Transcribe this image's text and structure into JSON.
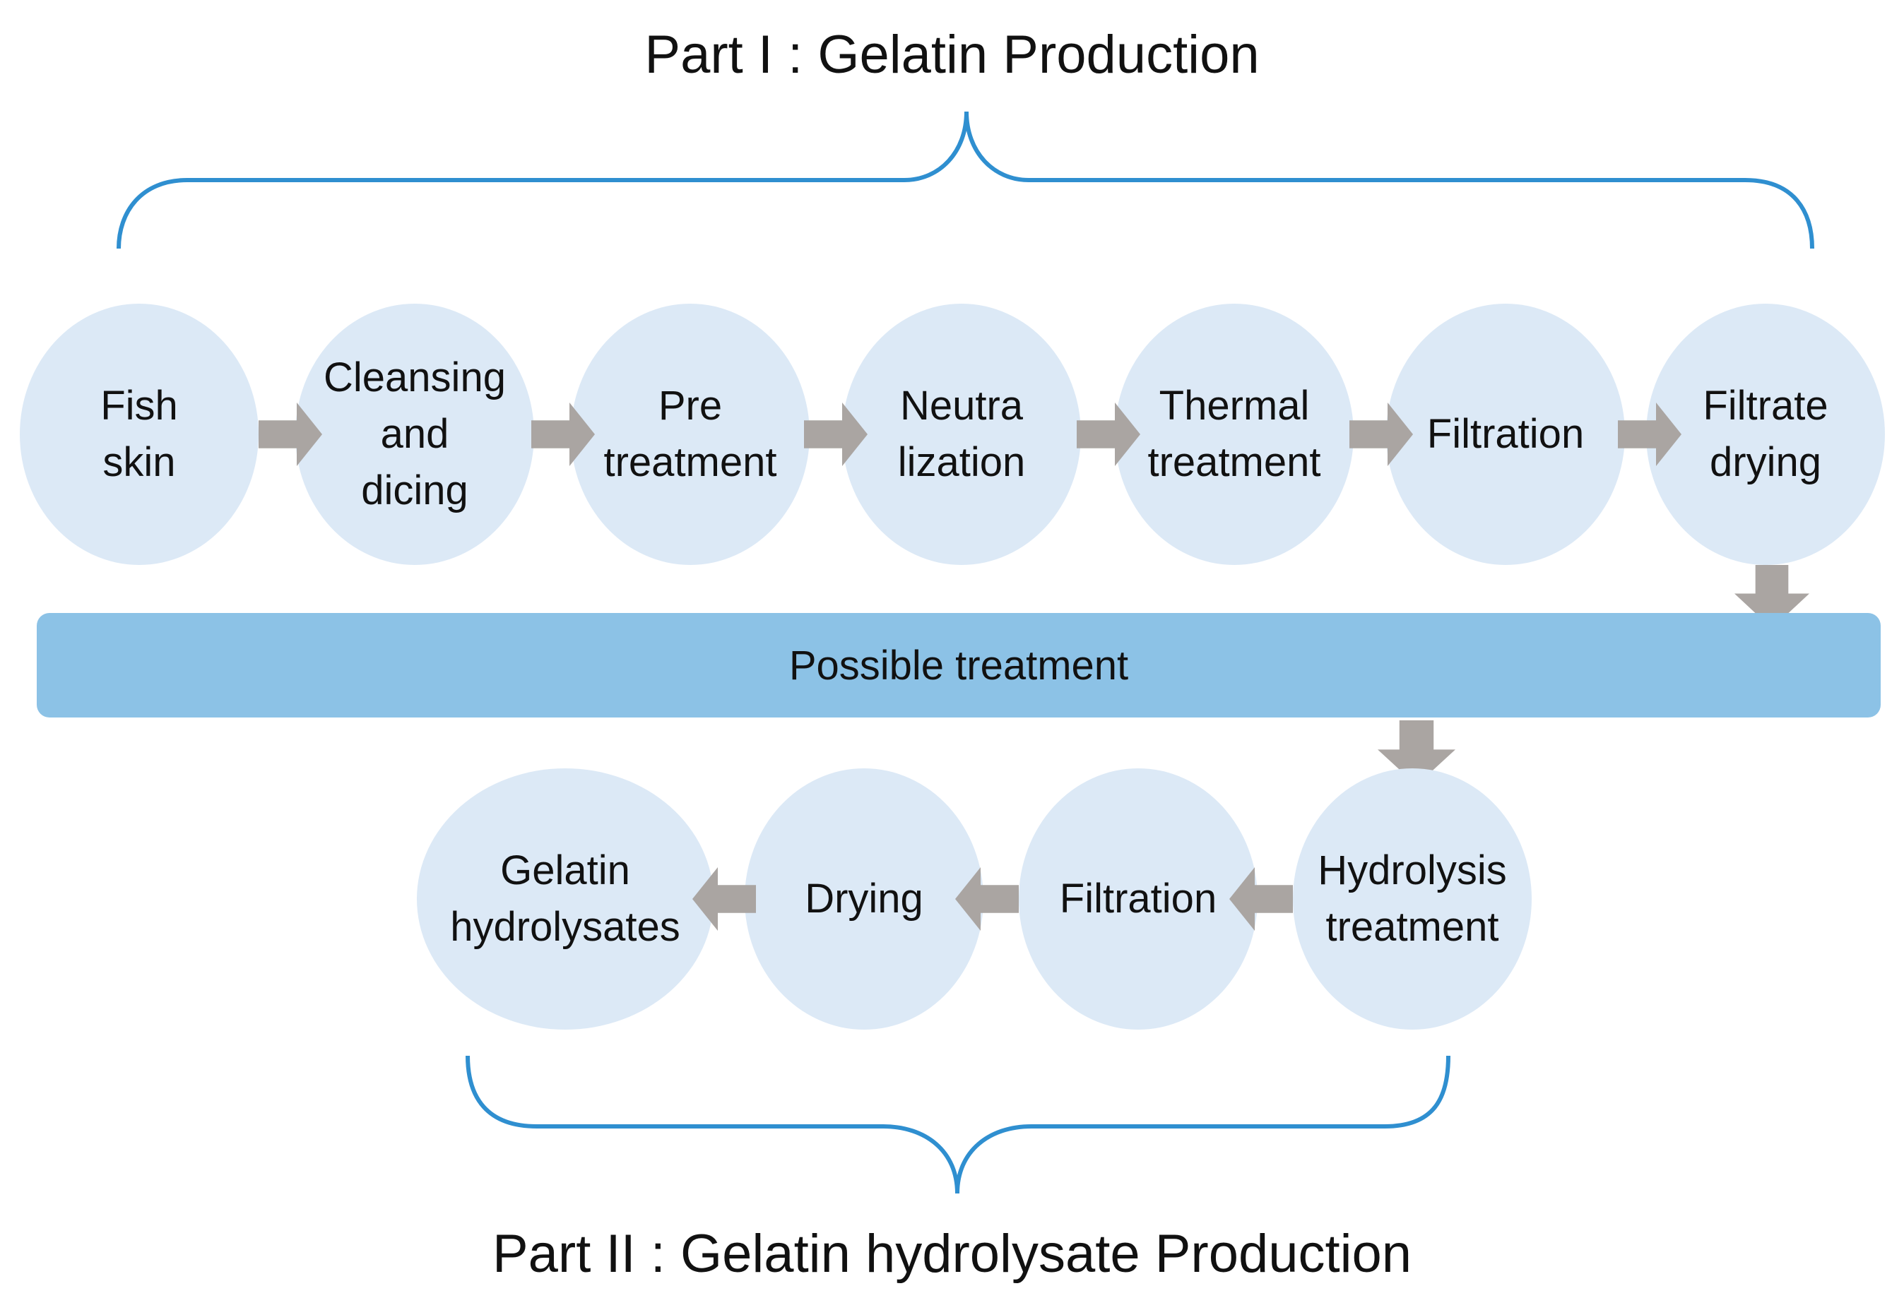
{
  "part1_title": "Part I : Gelatin Production",
  "part2_title": "Part II : Gelatin hydrolysate Production",
  "band_label": "Possible treatment",
  "part1_steps": [
    "Fish\nskin",
    "Cleansing\nand\ndicing",
    "Pre\ntreatment",
    "Neutra\nlization",
    "Thermal\ntreatment",
    "Filtration",
    "Filtrate\ndrying"
  ],
  "part2_steps": [
    "Hydrolysis\ntreatment",
    "Filtration",
    "Drying",
    "Gelatin\nhydrolysates"
  ],
  "colors": {
    "circle_fill": "#dce9f6",
    "band_fill": "#8cc2e6",
    "arrow_fill": "#aaa5a2",
    "brace_stroke": "#2f8fd0"
  }
}
